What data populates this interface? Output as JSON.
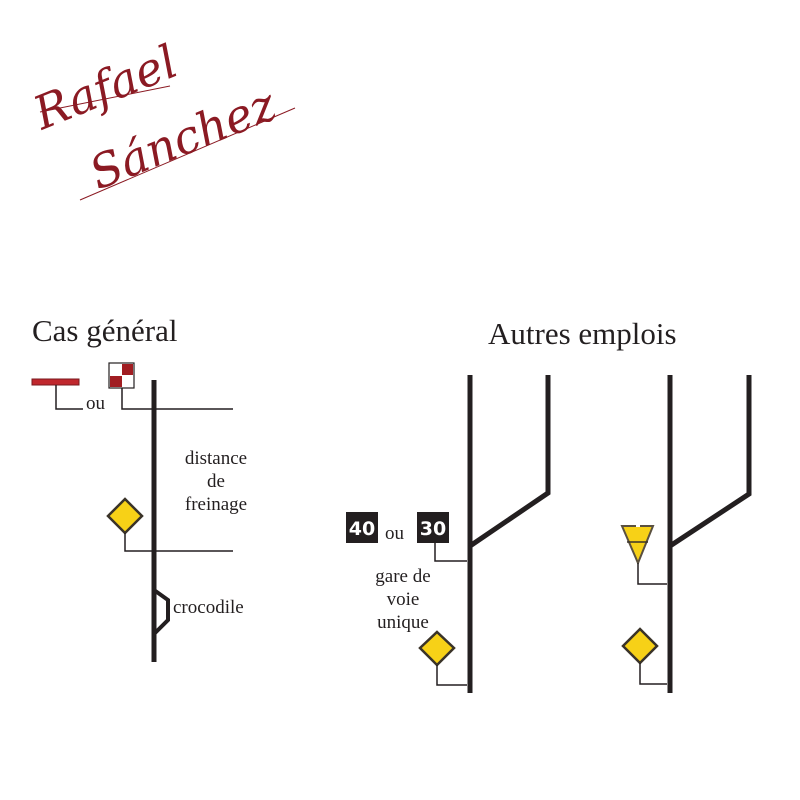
{
  "logo": {
    "first_name": "Rafael",
    "last_name": "Sánchez",
    "color": "#8b1a23"
  },
  "general_case": {
    "title": "Cas général",
    "or_label": "ou",
    "distance_label": [
      "distance",
      "de",
      "freinage"
    ],
    "crocodile_label": "crocodile",
    "signals": [
      "red-bar-signal",
      "red-white-checkered-signal",
      "yellow-diamond-signal",
      "crocodile-ramp"
    ]
  },
  "other_uses": {
    "title": "Autres emplois",
    "left_diagram": {
      "speed_plaque_1": "40",
      "or_label": "ou",
      "speed_plaque_2": "30",
      "station_label": [
        "gare de",
        "voie",
        "unique"
      ],
      "signals": [
        "speed-plaque",
        "yellow-diamond-signal"
      ]
    },
    "right_diagram": {
      "signals": [
        "yellow-triangle-signal",
        "yellow-diamond-signal"
      ]
    }
  },
  "colors": {
    "track": "#231f20",
    "signal_red": "#c0272d",
    "signal_dark_red": "#a11d22",
    "signal_yellow": "#f7d117"
  }
}
